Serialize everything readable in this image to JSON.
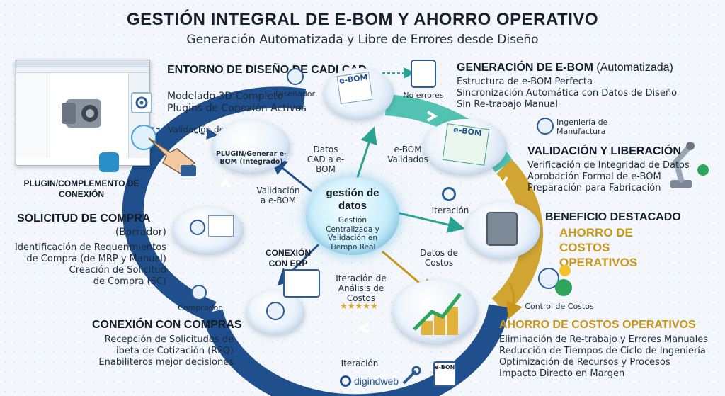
{
  "header": {
    "title": "GESTIÓN INTEGRAL DE E-BOM Y AHORRO OPERATIVO",
    "subtitle": "Generación Automatizada y Libre de Errores desde Diseño"
  },
  "cad_section": {
    "title": "ENTORNO DE DISEÑO DE CADI CAD",
    "lines": [
      "Modelado 3D Completo",
      "Plugins de Conexión Activos"
    ],
    "role": "Diseñador",
    "plugin_caption": "PLUGIN/COMPLEMENTO DE CONEXIÓN",
    "validation_label": "Validación de Datos"
  },
  "ebom_generation": {
    "title": "GENERACIÓN DE E-BOM",
    "title_suffix": "(Automatizada)",
    "lines": [
      "Estructura de e-BOM Perfecta",
      "Sincronización Automática con Datos de Diseño",
      "Sin Re-trabajo Manual"
    ],
    "badge": "No errores",
    "doc_label": "e-BOM"
  },
  "validation_section": {
    "title": "VALIDACIÓN Y LIBERACIÓN",
    "role": "Ingeniería de Manufactura",
    "lines": [
      "Verificación de Integridad de Datos",
      "Aprobación Formal de e-BOM",
      "Preparación para Fabricación"
    ],
    "doc_label": "e-BOM"
  },
  "benefit": {
    "title": "BENEFICIO DESTACADO",
    "highlight": "AHORRO DE COSTOS OPERATIVOS"
  },
  "savings": {
    "role": "Control de Costos",
    "title": "AHORRO DE COSTOS OPERATIVOS",
    "lines": [
      "Eliminación de Re-trabajo y Errores Manuales",
      "Reducción de Tiempos de Ciclo de Ingeniería",
      "Optimización de Recursos y Procesos",
      "Impacto Directo en Margen"
    ]
  },
  "purchase_request": {
    "title": "SOLICITUD DE COMPRA",
    "title_suffix": "(Borrador)",
    "lines": [
      "Identificación de Requerimientos",
      "de Compra (de MRP y Manual)",
      "Creación de Solicitud",
      "de Compra (SC)"
    ],
    "role": "Comprador"
  },
  "purchasing": {
    "title": "CONEXIÓN CON COMPRAS",
    "lines": [
      "Recepción de Solicitudes de",
      "ibeta de Cotización (RFQ)",
      "Enabiliteros mejor decisiones"
    ]
  },
  "center": {
    "title": "gestión de datos",
    "subtitle": "Gestión Centralizada y Validación en Tiempo Real"
  },
  "flow": {
    "plugin_node": "PLUGIN/Generar e-BOM (Integrado)",
    "cad_to_ebom": "Datos CAD a e-BOM",
    "ebom_validated": "e-BOM Validados",
    "validation_ebom": "Validación a e-BOM",
    "iteration_right": "Iteración",
    "cost_data": "Datos de Costos",
    "erp": "CONEXIÓN CON ERP",
    "cost_iteration": "Iteración de Análisis de Costos",
    "iteration_bottom": "Iteración",
    "ebom_tag": "e-BON"
  },
  "brand": {
    "name": "digindweb"
  },
  "colors": {
    "ring_blue": "#1f4f8c",
    "ring_teal": "#52c3b2",
    "ring_gold": "#d1a532",
    "accent_gold": "#c7961b"
  }
}
